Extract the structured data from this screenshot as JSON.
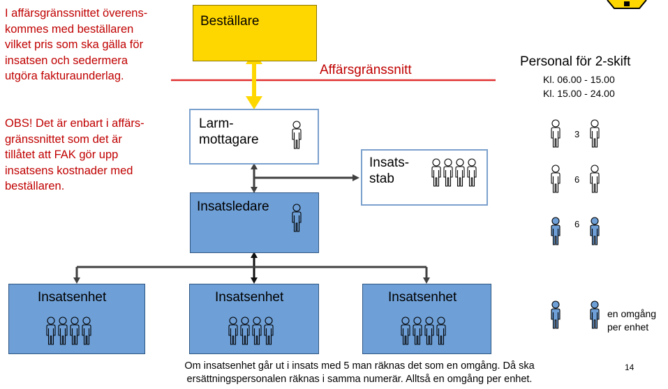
{
  "left_note": {
    "paragraph1": "I affärsgränssnittet överens-\nkommes med beställaren\nvilket pris som ska gälla för\ninsatsen och sedermera\nutgöra fakturaunderlag.",
    "paragraph2": "OBS! Det är enbart i affärs-\ngränssnittet som det är\ntillåtet att FAK gör upp\ninsatsens kostnader med\nbeställaren."
  },
  "diagram": {
    "bestallare": "Beställare",
    "affarsgranssnitt": "Affärsgränssnitt",
    "larmmottagare": "Larm-\nmottagare",
    "insatsstab": "Insats-\nstab",
    "insatsledare": "Insatsledare",
    "insatsenheter": [
      "Insatsenhet",
      "Insatsenhet",
      "Insatsenhet"
    ]
  },
  "personal": {
    "title": "Personal för 2-skift",
    "shift1": "Kl. 06.00 - 15.00",
    "shift2": "Kl. 15.00 - 24.00",
    "rows": [
      {
        "count": "3"
      },
      {
        "count": "6"
      },
      {
        "count": "6"
      }
    ],
    "legend_text": "en omgång\nper enhet"
  },
  "bottom_note": "Om insatsenhet går ut i insats med 5 man räknas det som en omgång. Då ska\nersättningspersonalen räknas i samma numerär. Alltså en omgång per enhet.",
  "page_number": "14",
  "colors": {
    "red": "#c00000",
    "yellow": "#ffd700",
    "blue_fill": "#6e9fd6",
    "white_border": "#7aa0cd"
  },
  "icons": [
    "person-icon",
    "logo-badge-icon"
  ]
}
